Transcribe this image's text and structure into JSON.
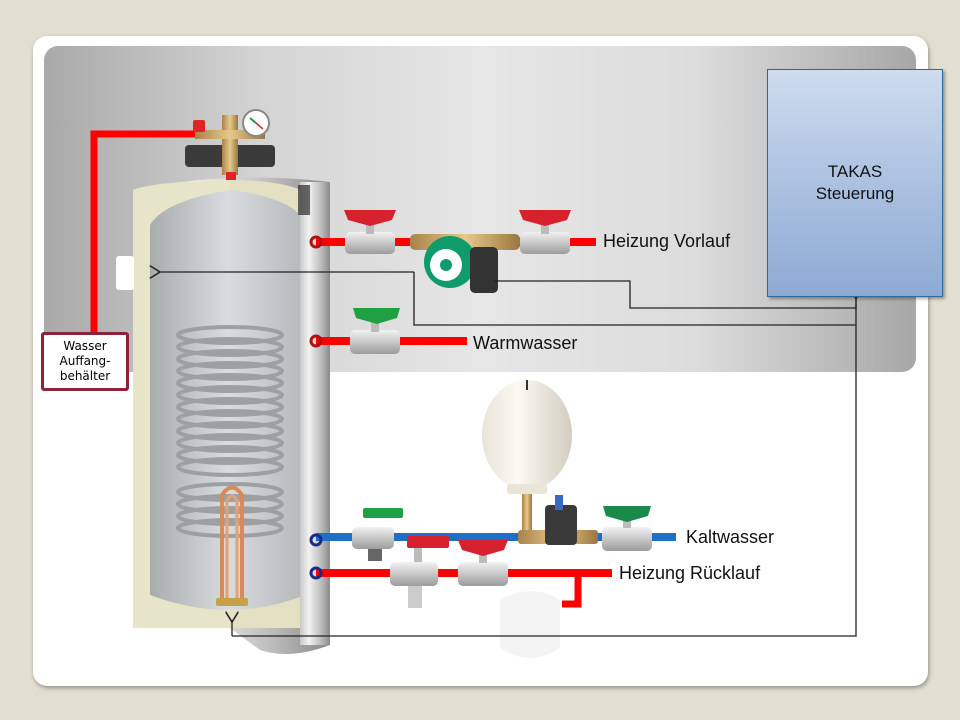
{
  "controller": {
    "line1": "TAKAS",
    "line2": "Steuerung"
  },
  "catch_tank": {
    "line1": "Wasser",
    "line2": "Auffang-",
    "line3": "behälter"
  },
  "labels": {
    "heating_flow": "Heizung Vorlauf",
    "hot_water": "Warmwasser",
    "cold_water": "Kaltwasser",
    "heating_return": "Heizung Rücklauf"
  },
  "colors": {
    "hot_pipe": "#ff0000",
    "cold_pipe": "#1f6fc4",
    "controller_border": "#2f6a9e",
    "catch_border": "#8b2437",
    "valve_red": "#d7212f",
    "valve_green": "#1fa043",
    "pump_green": "#0f9b6a"
  },
  "components": [
    "storage-tank",
    "safety-group",
    "pressure-gauge",
    "heating-coil",
    "electric-heater",
    "circulation-pump",
    "ball-valves",
    "expansion-vessel-drinking-water",
    "expansion-vessel-heating",
    "safety-valve-group"
  ]
}
